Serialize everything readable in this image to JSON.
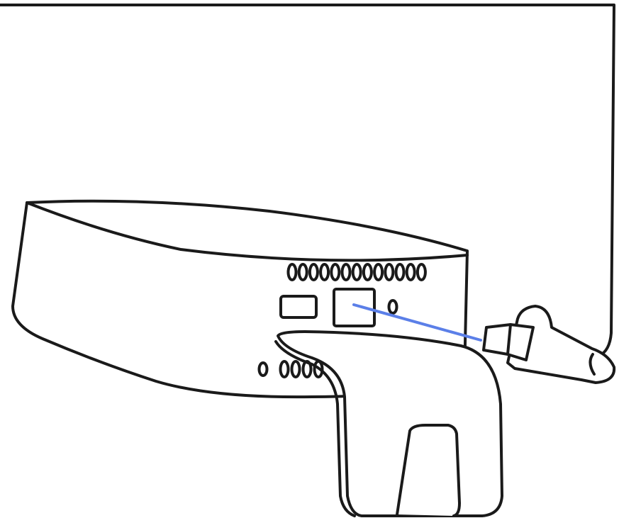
{
  "illustration": {
    "subject": "monitor-mount-device-ethernet-connection",
    "colors": {
      "line": "#1a1a1a",
      "fill": "#ffffff",
      "cable_highlight": "#5b7fe8"
    },
    "parts": [
      "monitor-edge",
      "device-body",
      "vent-grille",
      "usb-port",
      "ethernet-port",
      "indicator-hole",
      "mounting-bracket",
      "ethernet-cable",
      "rj45-plug",
      "connection-line"
    ]
  }
}
